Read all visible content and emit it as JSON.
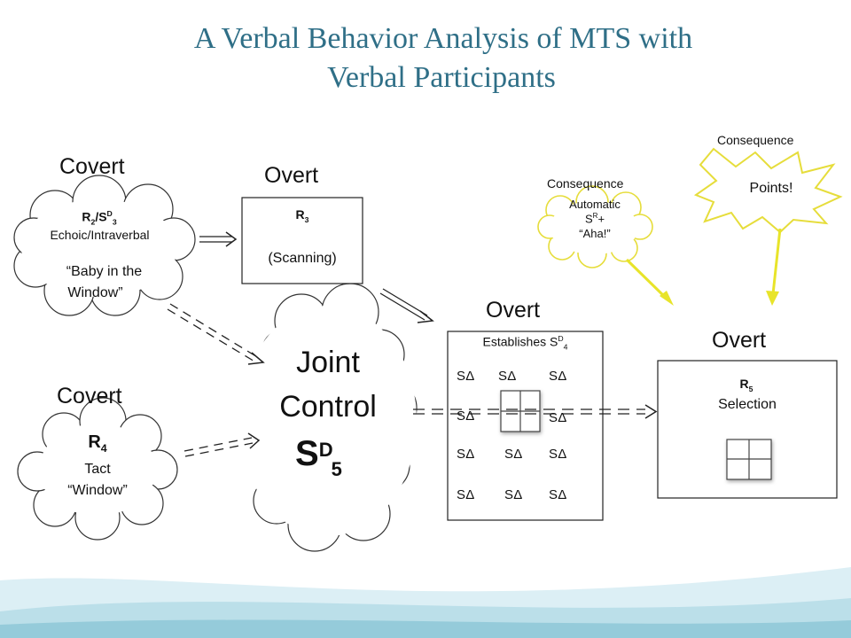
{
  "title": {
    "line1": "A Verbal Behavior Analysis of MTS with",
    "line2": "Verbal Participants"
  },
  "labels": {
    "covert_top": "Covert",
    "covert_bottom": "Covert",
    "overt_r3": "Overt",
    "overt_grid": "Overt",
    "overt_r5": "Overt",
    "consequence_auto": "Consequence",
    "consequence_points": "Consequence"
  },
  "cloud_r2": {
    "r_base": "R",
    "r_sub": "2",
    "sd_base": "/S",
    "sd_sup": "D",
    "sd_sub": "3",
    "line2": "Echoic/Intraverbal",
    "quote_line1": "“Baby in the",
    "quote_line2": "Window”"
  },
  "cloud_r4": {
    "r_base": "R",
    "r_sub": "4",
    "line2": "Tact",
    "line3": "“Window”"
  },
  "box_r3": {
    "r_base": "R",
    "r_sub": "3",
    "line2": "(Scanning)"
  },
  "joint_control": {
    "line1": "Joint",
    "line2": "Control",
    "s_base": "S",
    "s_sup": "D",
    "s_sub": "5"
  },
  "grid_box": {
    "heading_base": "Establishes S",
    "heading_sup": "D",
    "heading_sub": "4",
    "sdelta": "SΔ"
  },
  "cloud_auto": {
    "line1": "Automatic",
    "line2_base": "S",
    "line2_sup": "R",
    "line2_tail": "+",
    "line3": "“Aha!”"
  },
  "burst_points": {
    "text": "Points!"
  },
  "box_r5": {
    "r_base": "R",
    "r_sub": "5",
    "line2": "Selection"
  },
  "colors": {
    "title": "#2f6f87",
    "yellow_stroke": "#e6dd3b",
    "yellow_arrow": "#e8e42a",
    "background_swoosh": "#b7dde8",
    "line": "#222222"
  },
  "icons": [
    "cloud-shape",
    "burst-shape",
    "stimulus-grid-icon",
    "dashed-arrow",
    "double-arrow"
  ]
}
